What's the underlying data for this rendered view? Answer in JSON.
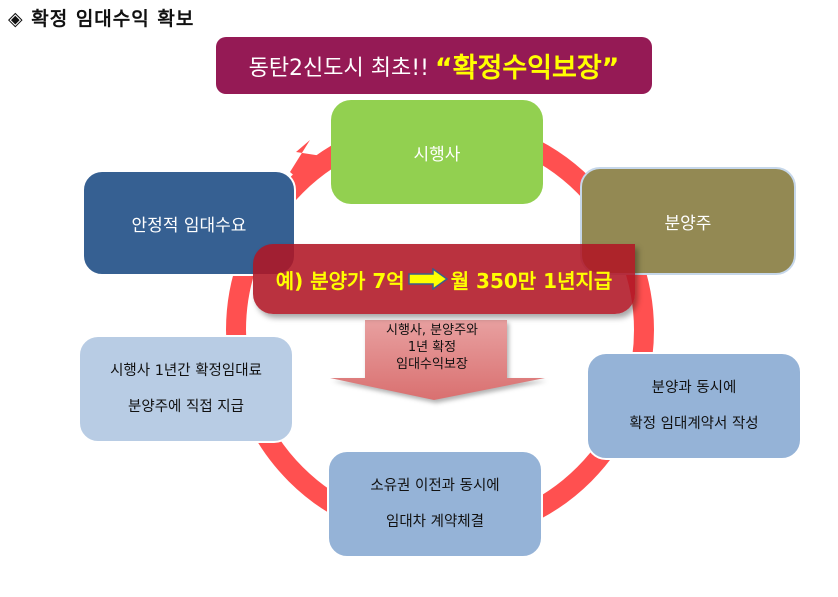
{
  "heading": {
    "bullet": "◈",
    "title": "확정 임대수익 확보"
  },
  "banner": {
    "white_text": "동탄2신도시 최초!!",
    "highlight_text": "“확정수익보장”"
  },
  "cycle": {
    "nodes": [
      {
        "id": "developer",
        "label": "시행사"
      },
      {
        "id": "buyer",
        "label": "분양주"
      },
      {
        "id": "lease-contract",
        "lines": [
          "분양과 동시에",
          "확정 임대계약서 작성"
        ]
      },
      {
        "id": "ownership-transfer",
        "lines": [
          "소유권 이전과 동시에",
          "임대차 계약체결"
        ]
      },
      {
        "id": "direct-payment",
        "lines": [
          "시행사 1년간 확정임대료",
          "분양주에 직접 지급"
        ]
      },
      {
        "id": "stable-demand",
        "label": "안정적 임대수요"
      }
    ]
  },
  "example": {
    "left_text": "예) 분양가 7억",
    "right_text": "월 350만  1년지급",
    "arrow_icon": "right-arrow-icon"
  },
  "center_arrow": {
    "lines": [
      "시행사,  분양주와",
      "1년 확정",
      "임대수익보장"
    ]
  },
  "colors": {
    "banner": "#951a55",
    "ring": "#ff5050",
    "developer": "#92d050",
    "buyer": "#938953",
    "stable_demand": "#366092",
    "light_box": "#95b3d7",
    "example_bg": "#b01624",
    "highlight": "#ffff00"
  }
}
